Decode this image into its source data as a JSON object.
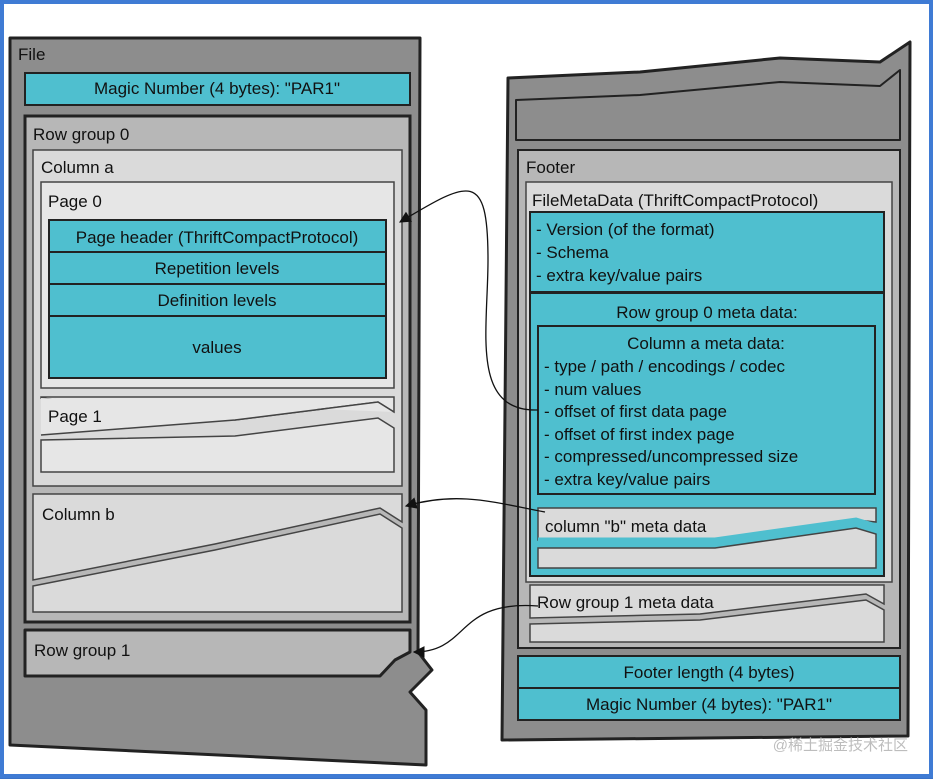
{
  "file": {
    "title": "File",
    "magic_number": "Magic Number (4 bytes): \"PAR1\"",
    "row_group_0": {
      "title": "Row group 0",
      "column_a": {
        "title": "Column a",
        "page_0": {
          "title": "Page 0",
          "sections": [
            "Page header (ThriftCompactProtocol)",
            "Repetition levels",
            "Definition levels",
            "values"
          ]
        },
        "page_1": {
          "title": "Page 1"
        }
      },
      "column_b": {
        "title": "Column b"
      }
    },
    "row_group_1": {
      "title": "Row group 1"
    }
  },
  "footer": {
    "title": "Footer",
    "file_meta_data": {
      "title": "FileMetaData (ThriftCompactProtocol)",
      "lines": [
        "- Version (of the format)",
        "- Schema",
        "- extra key/value pairs"
      ],
      "row_group_0_meta": {
        "title": "Row group 0 meta data:",
        "column_a_meta": {
          "title": "Column a meta data:",
          "lines": [
            "- type / path / encodings /  codec",
            "- num values",
            "- offset of first data page",
            "- offset of first index page",
            "- compressed/uncompressed size",
            "- extra key/value pairs"
          ]
        },
        "column_b_meta": "column \"b\" meta data"
      },
      "row_group_1_meta": "Row group 1 meta data"
    },
    "footer_length": "Footer length (4 bytes)",
    "magic_number": "Magic Number (4 bytes): \"PAR1\""
  },
  "watermark": "@稀土掘金技术社区",
  "colors": {
    "teal": "#4fbfcf",
    "gray_dark": "#8d8d8d",
    "gray_mid": "#b7b7b7",
    "gray_light": "#dadada",
    "panel": "#e6e6e6",
    "stroke": "#222222"
  }
}
